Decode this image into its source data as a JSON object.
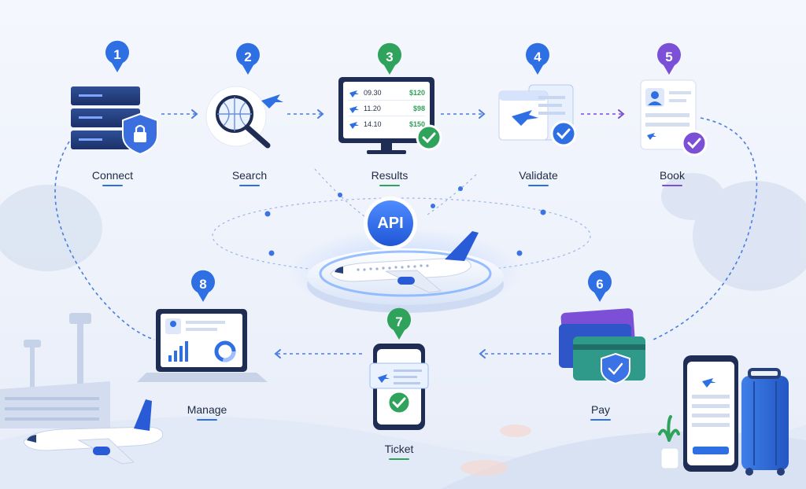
{
  "hub": {
    "label": "API"
  },
  "colors": {
    "blue": "#2f6fe4",
    "green": "#2fa35b",
    "purple": "#7b4fd6",
    "navy": "#26407a",
    "connector": "#4a7de0"
  },
  "steps": [
    {
      "number": "1",
      "label": "Connect",
      "icon": "server-shield-icon",
      "color": "#2f6fe4"
    },
    {
      "number": "2",
      "label": "Search",
      "icon": "magnifier-plane-icon",
      "color": "#2f6fe4"
    },
    {
      "number": "3",
      "label": "Results",
      "icon": "flight-results-monitor-icon",
      "color": "#2fa35b"
    },
    {
      "number": "4",
      "label": "Validate",
      "icon": "ticket-check-icon",
      "color": "#2f6fe4"
    },
    {
      "number": "5",
      "label": "Book",
      "icon": "passenger-form-icon",
      "color": "#7b4fd6"
    },
    {
      "number": "6",
      "label": "Pay",
      "icon": "payment-cards-icon",
      "color": "#2f6fe4"
    },
    {
      "number": "7",
      "label": "Ticket",
      "icon": "mobile-ticket-icon",
      "color": "#2fa35b"
    },
    {
      "number": "8",
      "label": "Manage",
      "icon": "dashboard-laptop-icon",
      "color": "#2f6fe4"
    }
  ],
  "results_monitor": {
    "rows": [
      {
        "time": "09.30",
        "price": "$120"
      },
      {
        "time": "11.20",
        "price": "$98"
      },
      {
        "time": "14.10",
        "price": "$150"
      }
    ]
  }
}
